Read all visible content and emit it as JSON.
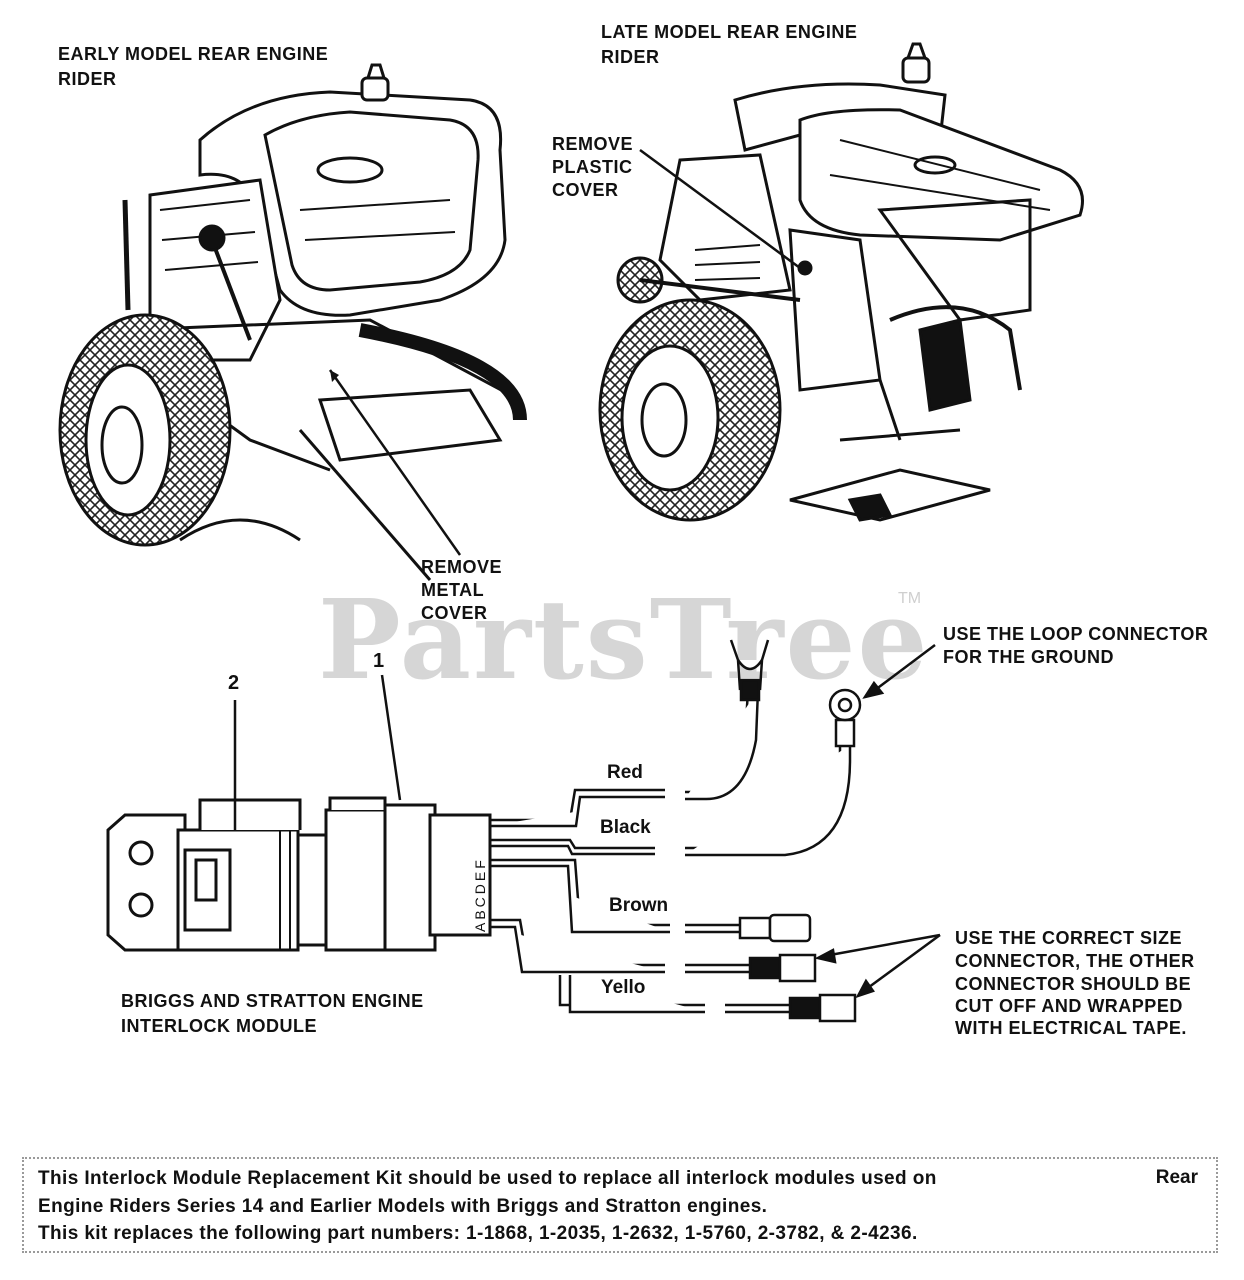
{
  "labels": {
    "early_model": [
      "EARLY MODEL REAR ENGINE",
      "RIDER"
    ],
    "late_model": [
      "LATE MODEL REAR ENGINE",
      "RIDER"
    ],
    "remove_plastic": [
      "REMOVE",
      "PLASTIC",
      "COVER"
    ],
    "remove_metal": [
      "REMOVE",
      "METAL",
      "COVER"
    ],
    "loop_connector": [
      "USE THE LOOP CONNECTOR",
      "FOR THE GROUND"
    ],
    "correct_size": [
      "USE THE CORRECT SIZE",
      "CONNECTOR, THE OTHER",
      "CONNECTOR SHOULD BE",
      "CUT OFF AND WRAPPED",
      "WITH ELECTRICAL TAPE."
    ],
    "module": [
      "BRIGGS AND STRATTON ENGINE",
      "INTERLOCK MODULE"
    ]
  },
  "callouts": {
    "one": "1",
    "two": "2"
  },
  "pin_letters": "ABCDEF",
  "wires": {
    "red": "Red",
    "black": "Black",
    "brown": "Brown",
    "yellow": "Yello"
  },
  "watermark": {
    "text": "PartsTree",
    "tm": "TM"
  },
  "note": {
    "line1": "This Interlock Module Replacement Kit should be used to replace all interlock modules used on",
    "rear": "Rear",
    "line2": "Engine Riders Series 14 and Earlier Models with Briggs and Stratton engines.",
    "line3": "This kit replaces the following part numbers: 1-1868, 1-2035, 1-2632, 1-5760, 2-3782, & 2-4236."
  }
}
